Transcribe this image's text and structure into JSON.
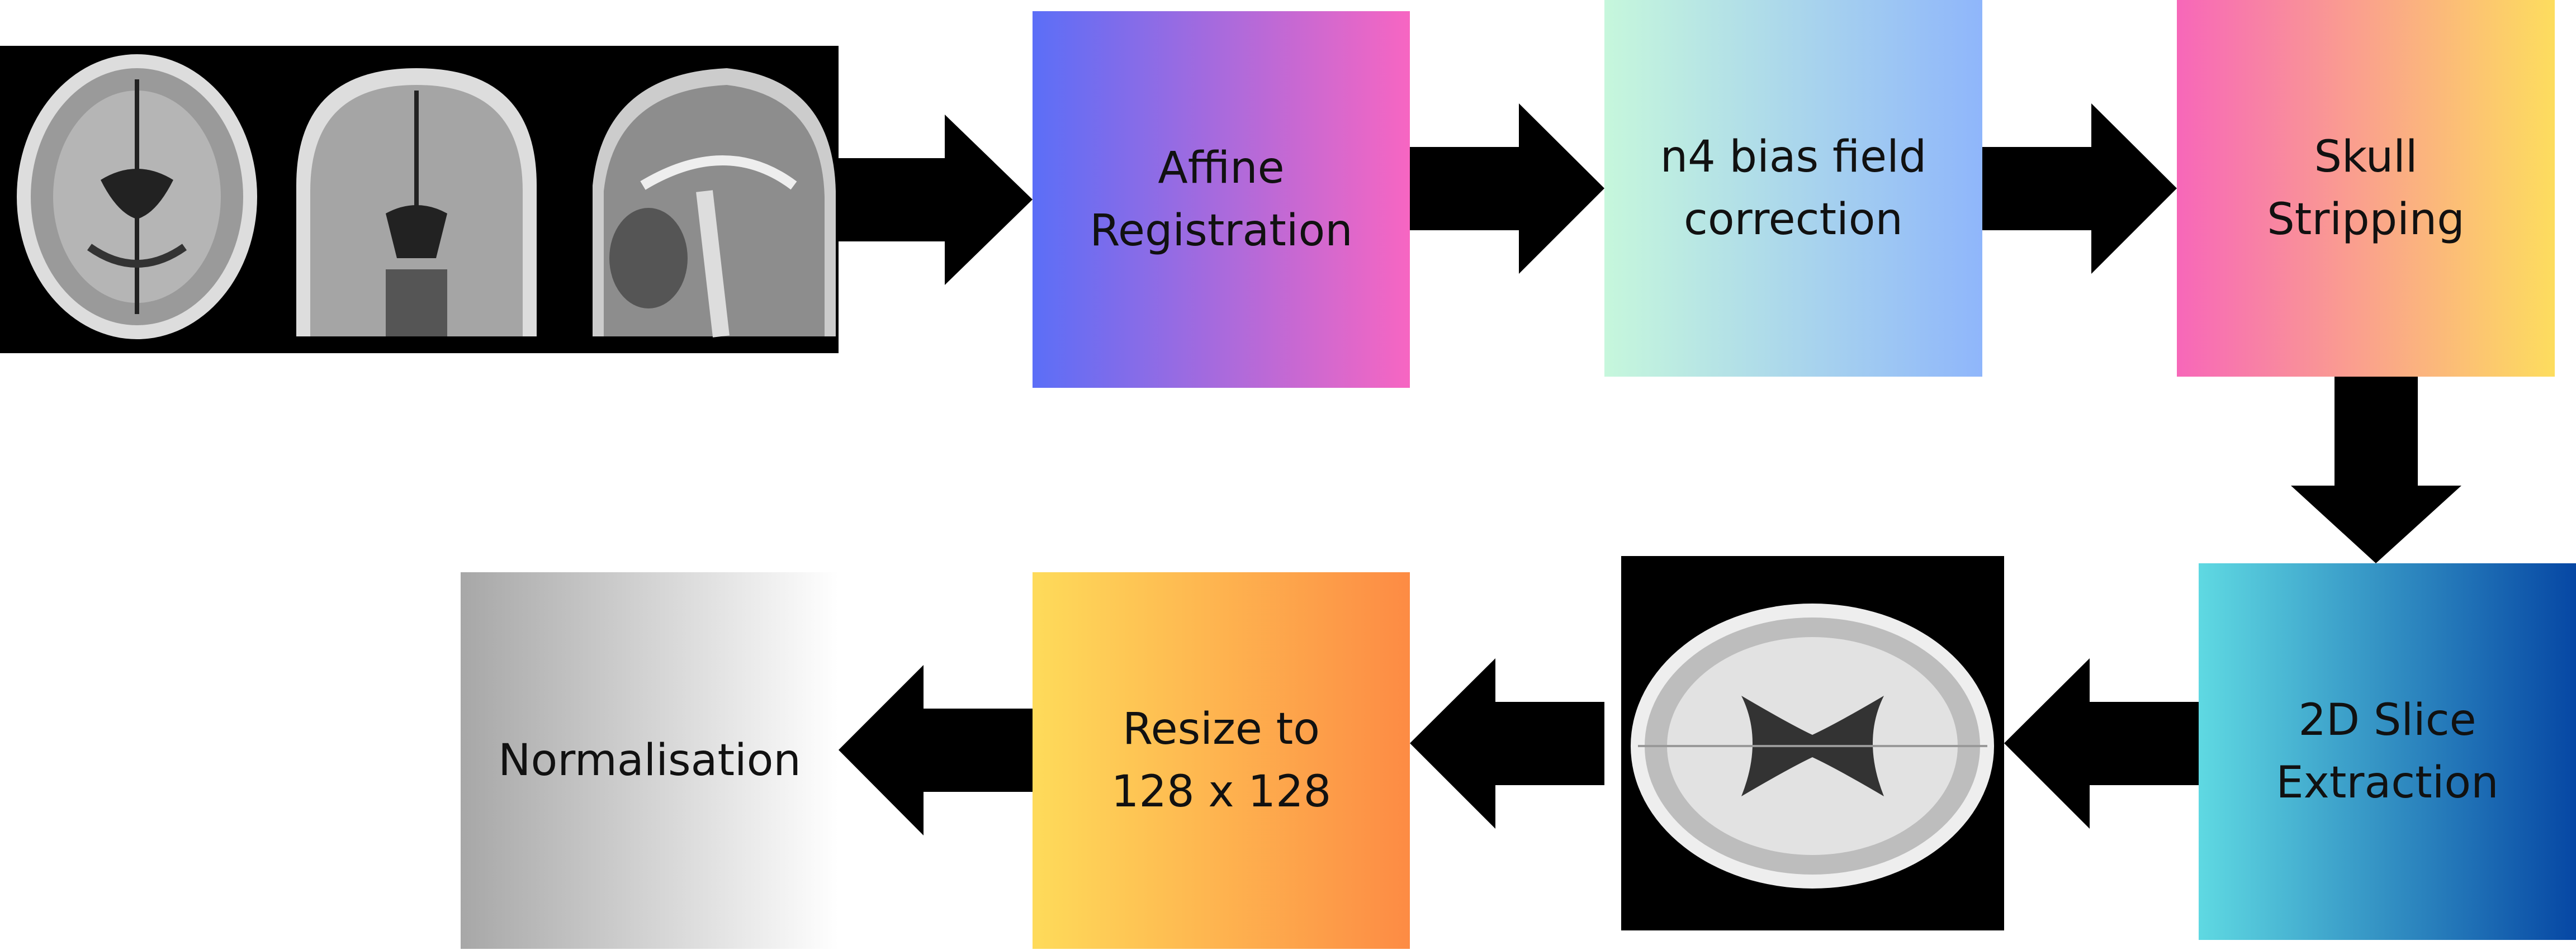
{
  "steps": [
    {
      "id": "affine",
      "label": "Affine\nRegistration"
    },
    {
      "id": "n4",
      "label": "n4 bias field\ncorrection"
    },
    {
      "id": "skull",
      "label": "Skull\nStripping"
    },
    {
      "id": "slice",
      "label": "2D Slice\nExtraction"
    },
    {
      "id": "resize",
      "label": "Resize to\n128 x 128"
    },
    {
      "id": "norm",
      "label": "Normalisation"
    }
  ],
  "colors": {
    "affine": [
      "#5b6ef7",
      "#f766c2"
    ],
    "n4": [
      "#c6f7dc",
      "#8fb6fb"
    ],
    "skull": [
      "#f767b9",
      "#fddd5e"
    ],
    "slice": [
      "#5fd9e2",
      "#0647a4"
    ],
    "resize": [
      "#fedb5a",
      "#fd8b44"
    ],
    "norm": [
      "#a7a7a7",
      "#ffffff"
    ],
    "arrow": "#000000"
  },
  "images": [
    {
      "id": "mri-input",
      "description_icon": "brain-mri-views"
    },
    {
      "id": "axial-slice",
      "description_icon": "brain-axial-slice"
    }
  ]
}
